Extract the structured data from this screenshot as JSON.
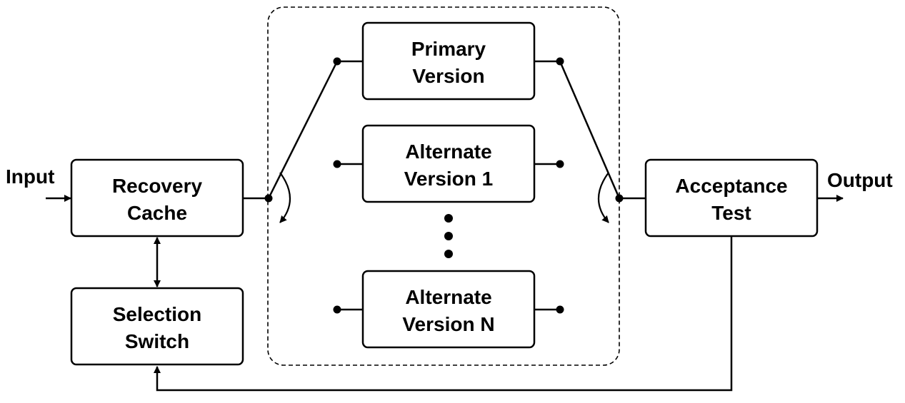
{
  "labels": {
    "input": "Input",
    "output": "Output"
  },
  "blocks": {
    "recovery_cache": {
      "line1": "Recovery",
      "line2": "Cache"
    },
    "selection_switch": {
      "line1": "Selection",
      "line2": "Switch"
    },
    "primary_version": {
      "line1": "Primary",
      "line2": "Version"
    },
    "alternate_version_1": {
      "line1": "Alternate",
      "line2": "Version 1"
    },
    "alternate_version_n": {
      "line1": "Alternate",
      "line2": "Version N"
    },
    "acceptance_test": {
      "line1": "Acceptance",
      "line2": "Test"
    }
  },
  "colors": {
    "stroke": "#000000",
    "background": "#ffffff"
  }
}
